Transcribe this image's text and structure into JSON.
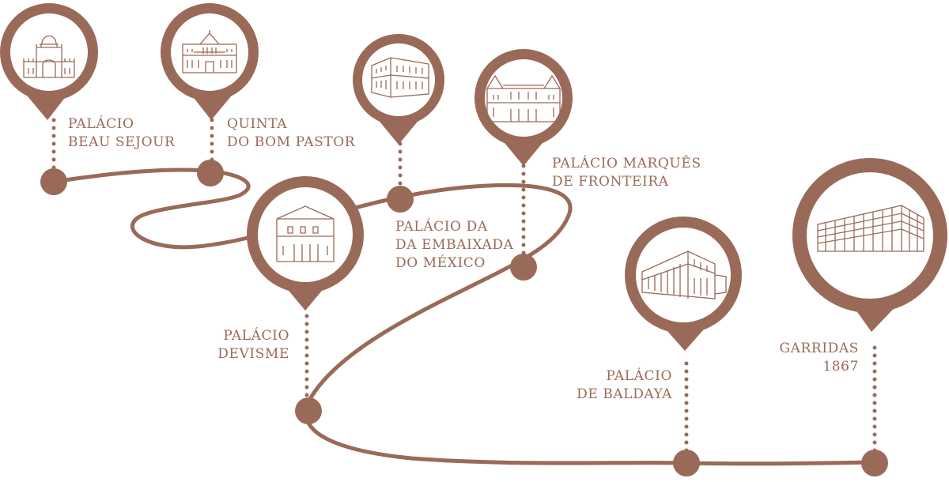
{
  "theme": {
    "brown": "#9a6a58",
    "icon_bg": "#ffffff",
    "text": "#9a6a58"
  },
  "stops": [
    {
      "id": "beau-sejour",
      "icon": "domed-pavilion-icon",
      "line1": "PALÁCIO",
      "line2": "BEAU SEJOUR"
    },
    {
      "id": "bom-pastor",
      "icon": "pedimented-villa-icon",
      "line1": "QUINTA",
      "line2": "DO BOM PASTOR"
    },
    {
      "id": "embaixada-mexico",
      "icon": "corner-mansion-icon",
      "line1": "PALÁCIO DA",
      "line2": "DA EMBAIXADA",
      "line3": "DO MÉXICO"
    },
    {
      "id": "marques-fronteira",
      "icon": "gabled-palace-icon",
      "line1": "PALÁCIO MARQUÊS",
      "line2": "DE FRONTEIRA"
    },
    {
      "id": "devisme",
      "icon": "pediment-house-icon",
      "line1": "PALÁCIO",
      "line2": "DEVISME"
    },
    {
      "id": "baldaya",
      "icon": "palace-wing-icon",
      "line1": "PALÁCIO",
      "line2": "DE BALDAYA"
    },
    {
      "id": "garridas",
      "icon": "modern-building-icon",
      "line1": "GARRIDAS",
      "line2": "1867"
    }
  ]
}
